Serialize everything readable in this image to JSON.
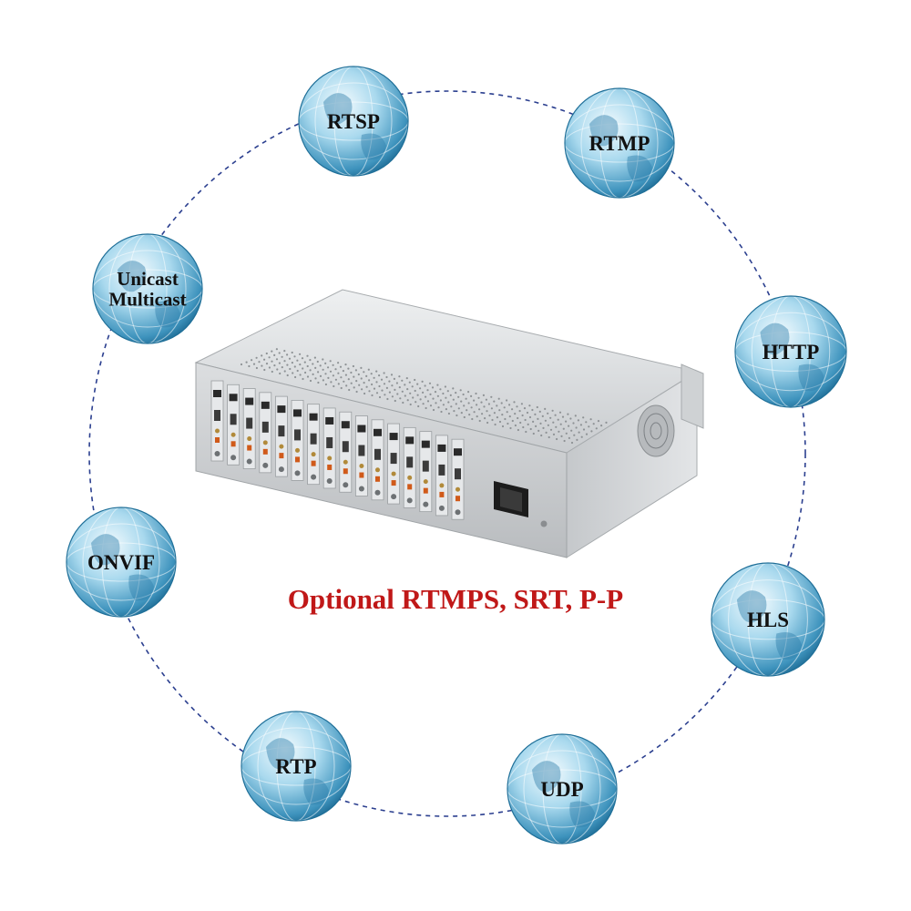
{
  "colors": {
    "background": "#ffffff",
    "ring": "#2b3f8f",
    "globe_light": "#e9f6fb",
    "globe_mid": "#7fc3e0",
    "globe_dark": "#1f6f98",
    "caption": "#c01818",
    "chassis": "#d4d6d8"
  },
  "protocols": [
    {
      "id": "rtsp",
      "lines": [
        "RTSP"
      ]
    },
    {
      "id": "rtmp",
      "lines": [
        "RTMP"
      ]
    },
    {
      "id": "unicast",
      "lines": [
        "Unicast",
        "Multicast"
      ]
    },
    {
      "id": "http",
      "lines": [
        "HTTP"
      ]
    },
    {
      "id": "onvif",
      "lines": [
        "ONVIF"
      ]
    },
    {
      "id": "hls",
      "lines": [
        "HLS"
      ]
    },
    {
      "id": "rtp",
      "lines": [
        "RTP"
      ]
    },
    {
      "id": "udp",
      "lines": [
        "UDP"
      ]
    }
  ],
  "caption": "Optional RTMPS, SRT, P-P",
  "device": {
    "icons": [
      "encoder-chassis-icon",
      "fan-grille-icon",
      "power-socket-icon"
    ]
  }
}
